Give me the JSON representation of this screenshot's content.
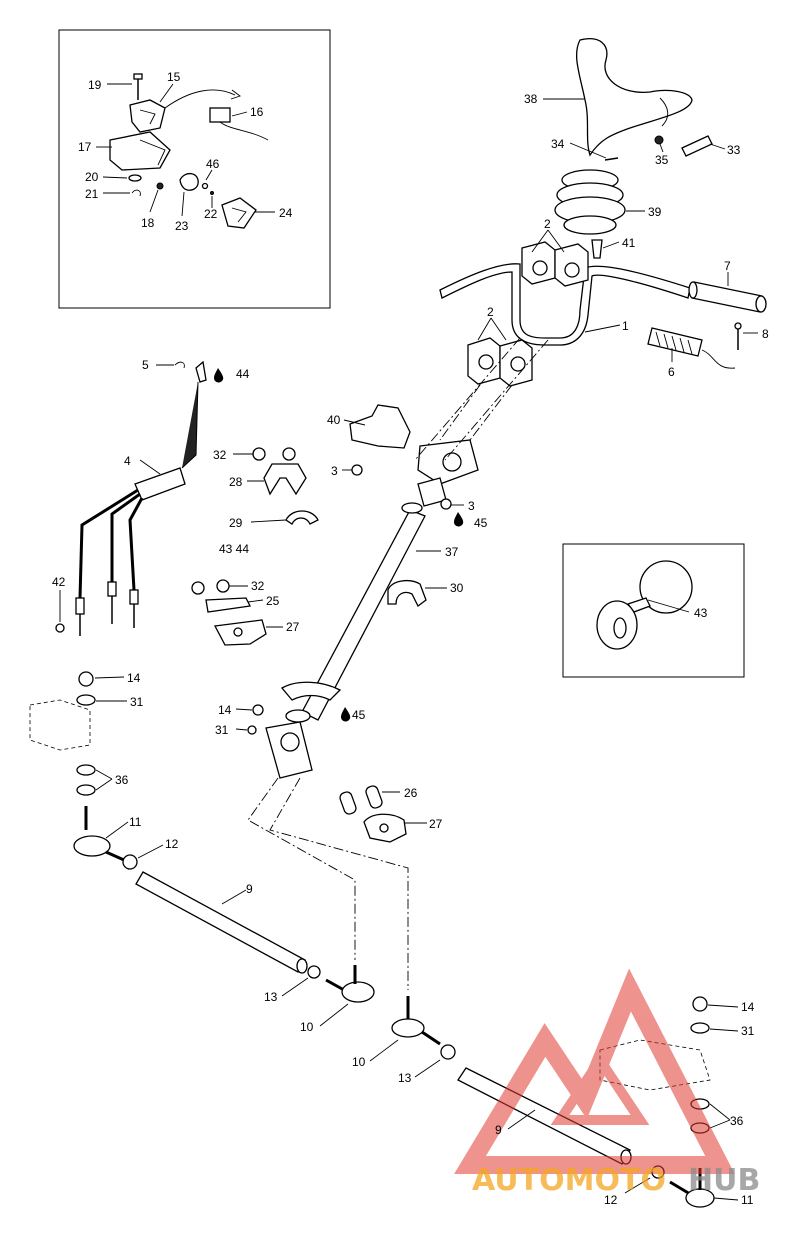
{
  "labels": {
    "p1": "1",
    "p2a": "2",
    "p2b": "2",
    "p3a": "3",
    "p3b": "3",
    "p4": "4",
    "p5": "5",
    "p6": "6",
    "p7": "7",
    "p8": "8",
    "p9a": "9",
    "p9b": "9",
    "p10a": "10",
    "p10b": "10",
    "p11a": "11",
    "p11b": "11",
    "p12a": "12",
    "p12b": "12",
    "p13a": "13",
    "p13b": "13",
    "p14a": "14",
    "p14b": "14",
    "p14c": "14",
    "p15": "15",
    "p16": "16",
    "p17": "17",
    "p18": "18",
    "p19": "19",
    "p20": "20",
    "p21": "21",
    "p22": "22",
    "p23": "23",
    "p24": "24",
    "p25": "25",
    "p26": "26",
    "p27a": "27",
    "p27b": "27",
    "p28": "28",
    "p29": "29",
    "p30": "30",
    "p31a": "31",
    "p31b": "31",
    "p31c": "31",
    "p32a": "32",
    "p32b": "32",
    "p33": "33",
    "p34": "34",
    "p35": "35",
    "p36a": "36",
    "p36b": "36",
    "p37": "37",
    "p38": "38",
    "p39": "39",
    "p40": "40",
    "p41": "41",
    "p42": "42",
    "p43": "43",
    "p43_44": "43  44",
    "p44": "44",
    "p45a": "45",
    "p45b": "45",
    "p46": "46"
  },
  "watermark": {
    "text_orange": "AUTOMOTO",
    "text_gray": "HUB",
    "color_red": "#e03a30",
    "color_orange": "#f5a623",
    "color_gray": "#8a8a8a"
  }
}
